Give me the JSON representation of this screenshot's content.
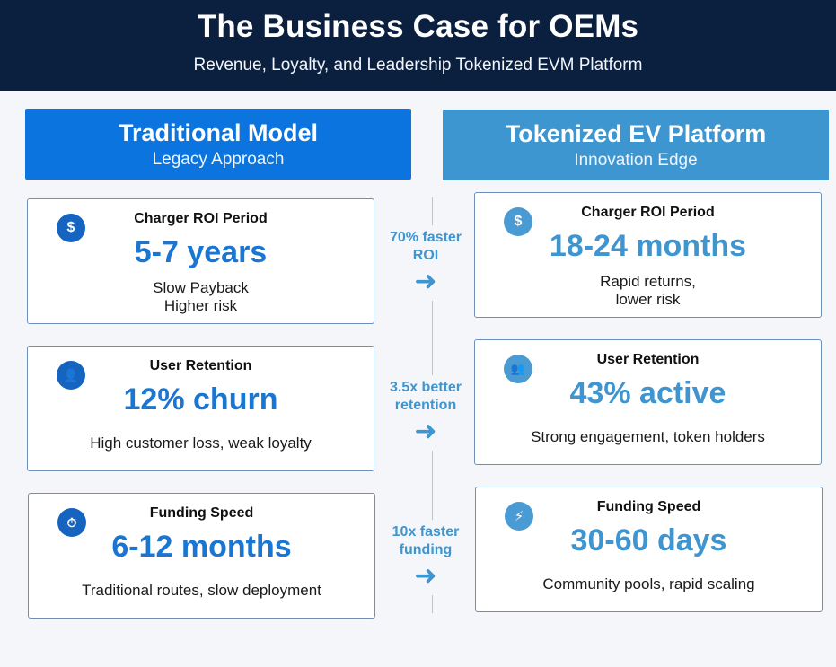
{
  "header": {
    "title": "The Business Case for OEMs",
    "subtitle": "Revenue, Loyalty, and Leadership Tokenized EVM Platform"
  },
  "traditional": {
    "heading": "Traditional Model",
    "subheading": "Legacy Approach",
    "cards": [
      {
        "icon": "dollar-icon",
        "glyph": "$",
        "label": "Charger ROI Period",
        "value": "5-7 years",
        "desc": [
          "Slow Payback",
          "Higher risk"
        ]
      },
      {
        "icon": "user-icon",
        "glyph": "👤",
        "label": "User Retention",
        "value": "12% churn",
        "desc": [
          "High customer loss, weak loyalty"
        ]
      },
      {
        "icon": "stopwatch-icon",
        "glyph": "⏱",
        "label": "Funding Speed",
        "value": "6-12 months",
        "desc": [
          "Traditional routes, slow deployment"
        ]
      }
    ]
  },
  "tokenized": {
    "heading": "Tokenized EV Platform",
    "subheading": "Innovation Edge",
    "cards": [
      {
        "icon": "dollar-icon",
        "glyph": "$",
        "label": "Charger ROI Period",
        "value": "18-24 months",
        "desc": [
          "Rapid returns,",
          "lower risk"
        ]
      },
      {
        "icon": "users-icon",
        "glyph": "👥",
        "label": "User Retention",
        "value": "43% active",
        "desc": [
          "Strong engagement, token holders"
        ]
      },
      {
        "icon": "lightning-icon",
        "glyph": "⚡",
        "label": "Funding Speed",
        "value": "30-60 days",
        "desc": [
          "Community pools, rapid scaling"
        ]
      }
    ]
  },
  "comparisons": [
    {
      "lines": [
        "70% faster",
        "ROI"
      ],
      "arrow": "➜"
    },
    {
      "lines": [
        "3.5x better",
        "retention"
      ],
      "arrow": "➜"
    },
    {
      "lines": [
        "10x faster",
        "funding"
      ],
      "arrow": "➜"
    }
  ],
  "colors": {
    "header_bg": "#0b1f3f",
    "traditional_accent": "#0b74de",
    "tokenized_accent": "#3e96d0"
  }
}
